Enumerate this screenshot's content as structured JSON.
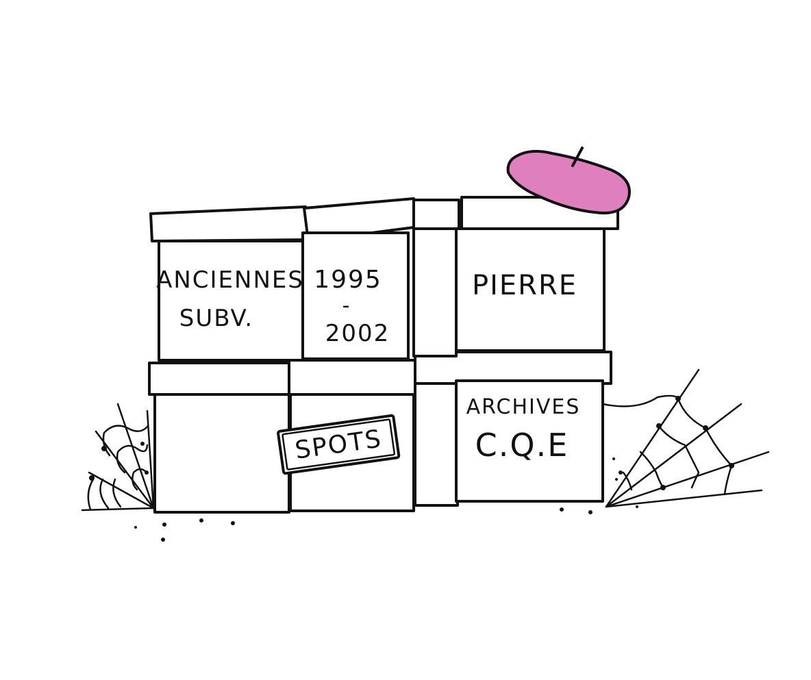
{
  "labels": {
    "box_top_left_line1": "ANCIENNES",
    "box_top_left_line2": "SUBV.",
    "box_top_mid_line1": "1995",
    "box_top_mid_line2": "-",
    "box_top_mid_line3": "2002",
    "box_top_right": "PIERRE",
    "box_bottom_mid_tag": "SPOTS",
    "box_bottom_right_line1": "ARCHIVES",
    "box_bottom_right_line2": "C.Q.E"
  },
  "colors": {
    "ink": "#111111",
    "beret": "#e07fbe",
    "background": "#ffffff"
  },
  "icons": {
    "hat": "beret-icon",
    "web_left": "cobweb-icon",
    "web_right": "cobweb-icon"
  }
}
